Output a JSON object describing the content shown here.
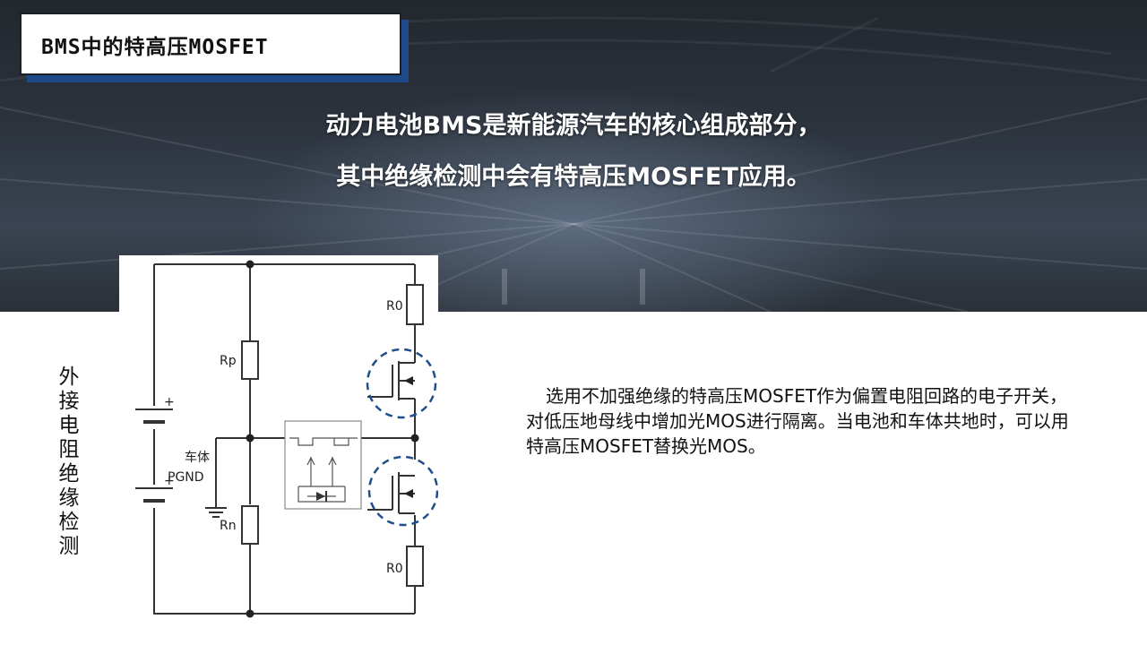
{
  "header": {
    "title": "BMS中的特高压MOSFET",
    "line1": "动力电池BMS是新能源汽车的核心组成部分，",
    "line2": "其中绝缘检测中会有特高压MOSFET应用。"
  },
  "diagram": {
    "vertical_label": "外接电阻绝缘检测",
    "labels": {
      "r0_top": "R0",
      "rp": "Rp",
      "chassis": "车体",
      "pgnd": "PGND",
      "rn": "Rn",
      "r0_bottom": "R0",
      "plus_top": "+",
      "plus_bottom": "+"
    }
  },
  "description": {
    "text": "选用不加强绝缘的特高压MOSFET作为偏置电阻回路的电子开关，对低压地母线中增加光MOS进行隔离。当电池和车体共地时，可以用特高压MOSFET替换光MOS。"
  }
}
